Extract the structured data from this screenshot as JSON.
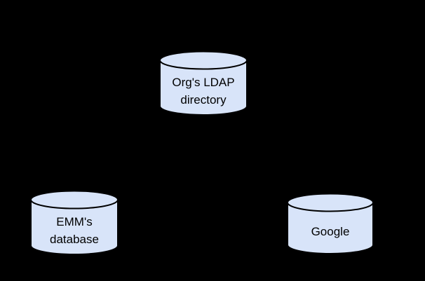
{
  "colors": {
    "background": "#000000",
    "node-fill": "#d8e4f9",
    "node-stroke": "#000000",
    "text": "#000000"
  },
  "diagram": {
    "nodes": [
      {
        "id": "ldap-directory",
        "shape": "database-cylinder",
        "lines": [
          "Org's LDAP",
          "directory"
        ]
      },
      {
        "id": "emm-database",
        "shape": "database-cylinder",
        "lines": [
          "EMM's",
          "database"
        ]
      },
      {
        "id": "google",
        "shape": "database-cylinder",
        "lines": [
          "Google"
        ]
      }
    ]
  }
}
